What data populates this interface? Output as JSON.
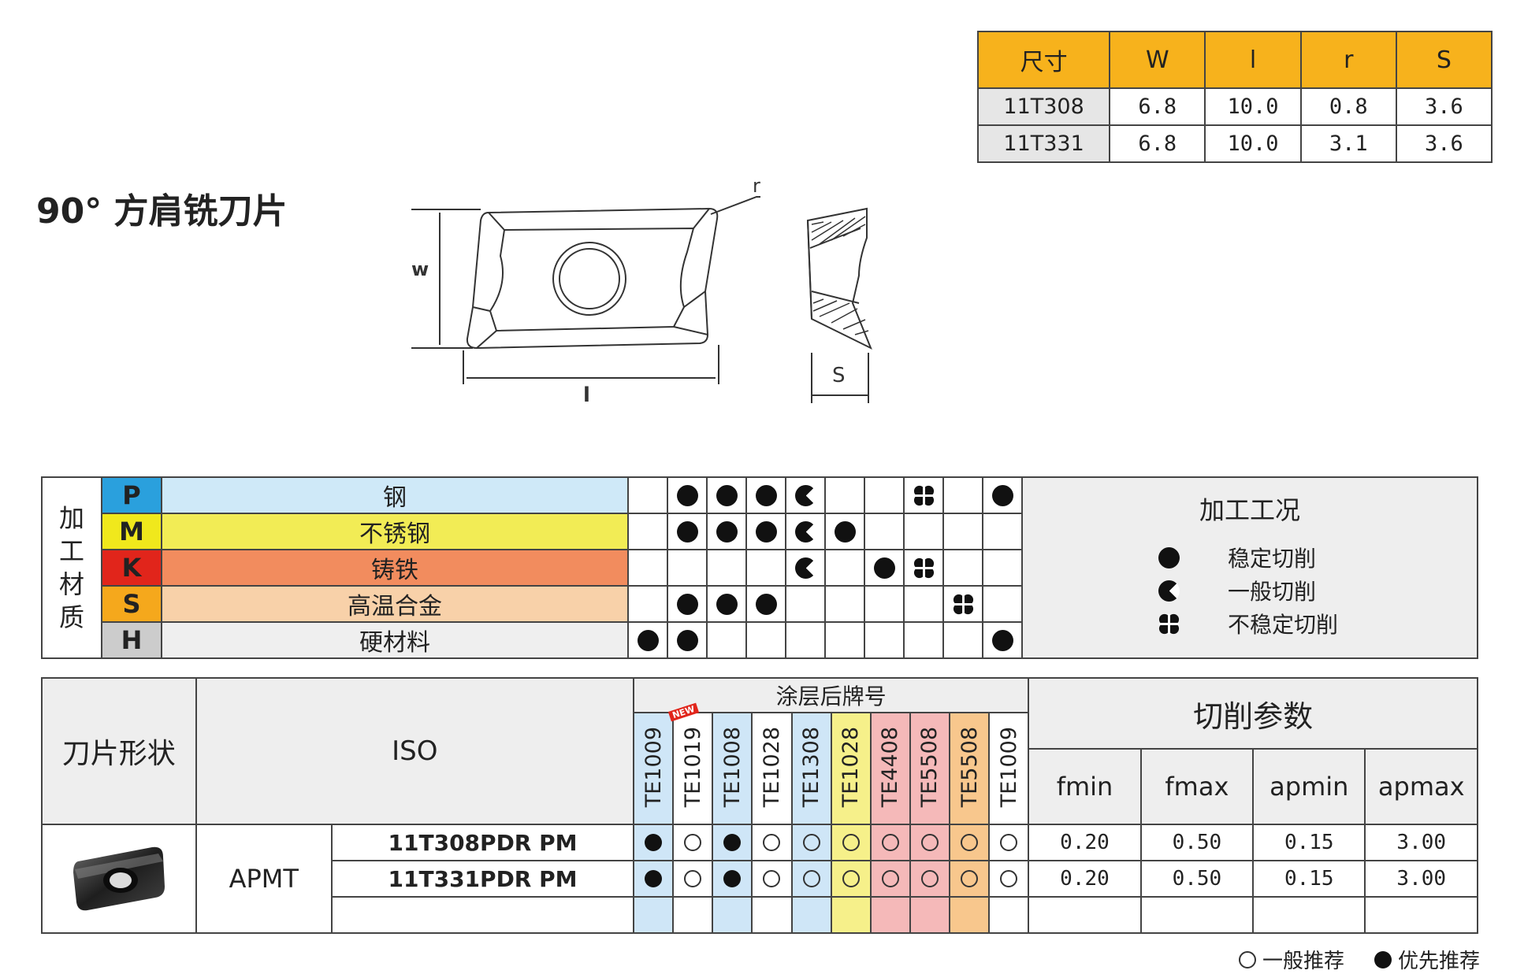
{
  "dimension_table": {
    "headers": [
      "尺寸",
      "W",
      "l",
      "r",
      "S"
    ],
    "rows": [
      [
        "11T308",
        "6.8",
        "10.0",
        "0.8",
        "3.6"
      ],
      [
        "11T331",
        "6.8",
        "10.0",
        "3.1",
        "3.6"
      ]
    ]
  },
  "title": "90° 方肩铣刀片",
  "drawing_labels": {
    "w": "w",
    "l": "l",
    "r": "r",
    "s": "S"
  },
  "material_label": "加工材质",
  "materials": [
    {
      "code": "P",
      "name": "钢",
      "code_color": "#2aa0dd",
      "name_color": "#cfe9f8",
      "marks": [
        "",
        "full",
        "full",
        "full",
        "half",
        "",
        "",
        "clover",
        "",
        "full"
      ]
    },
    {
      "code": "M",
      "name": "不锈钢",
      "code_color": "#f0e81c",
      "name_color": "#f2ec55",
      "marks": [
        "",
        "full",
        "full",
        "full",
        "half",
        "full",
        "",
        "",
        "",
        ""
      ]
    },
    {
      "code": "K",
      "name": "铸铁",
      "code_color": "#e1251b",
      "name_color": "#f28c5e",
      "marks": [
        "",
        "",
        "",
        "",
        "half",
        "",
        "full",
        "clover",
        "",
        ""
      ]
    },
    {
      "code": "S",
      "name": "高温合金",
      "code_color": "#f5a81c",
      "name_color": "#f8d1a9",
      "marks": [
        "",
        "full",
        "full",
        "full",
        "",
        "",
        "",
        "",
        "clover",
        ""
      ]
    },
    {
      "code": "H",
      "name": "硬材料",
      "code_color": "#cccccc",
      "name_color": "#efefef",
      "marks": [
        "full",
        "full",
        "",
        "",
        "",
        "",
        "",
        "",
        "",
        "full"
      ]
    }
  ],
  "conditions": {
    "title": "加工工况",
    "items": [
      {
        "icon": "full",
        "label": "稳定切削"
      },
      {
        "icon": "half",
        "label": "一般切削"
      },
      {
        "icon": "clover",
        "label": "不稳定切削"
      }
    ]
  },
  "product_table": {
    "shape_header": "刀片形状",
    "iso_header": "ISO",
    "grade_header": "涂层后牌号",
    "params_header": "切削参数",
    "new_badge": "NEW",
    "grades": [
      {
        "name": "TE1009",
        "color": "#cfe6f7"
      },
      {
        "name": "TE1019",
        "color": "#ffffff"
      },
      {
        "name": "TE1008",
        "color": "#cfe6f7"
      },
      {
        "name": "TE1028",
        "color": "#ffffff"
      },
      {
        "name": "TE1308",
        "color": "#cfe6f7"
      },
      {
        "name": "TE1028",
        "color": "#f6f08a"
      },
      {
        "name": "TE4408",
        "color": "#f5b9b9"
      },
      {
        "name": "TE5508",
        "color": "#f5b9b9"
      },
      {
        "name": "TE5508",
        "color": "#f8c78d"
      },
      {
        "name": "TE1009",
        "color": "#ffffff"
      }
    ],
    "param_headers": [
      "fmin",
      "fmax",
      "apmin",
      "apmax"
    ],
    "series": "APMT",
    "rows": [
      {
        "iso": "11T308PDR PM",
        "marks": [
          "full",
          "ring",
          "full",
          "ring",
          "ring",
          "ring",
          "ring",
          "ring",
          "ring",
          "ring"
        ],
        "params": [
          "0.20",
          "0.50",
          "0.15",
          "3.00"
        ]
      },
      {
        "iso": "11T331PDR PM",
        "marks": [
          "full",
          "ring",
          "full",
          "ring",
          "ring",
          "ring",
          "ring",
          "ring",
          "ring",
          "ring"
        ],
        "params": [
          "0.20",
          "0.50",
          "0.15",
          "3.00"
        ]
      }
    ]
  },
  "footer_legend": {
    "general": "一般推荐",
    "preferred": "优先推荐"
  }
}
